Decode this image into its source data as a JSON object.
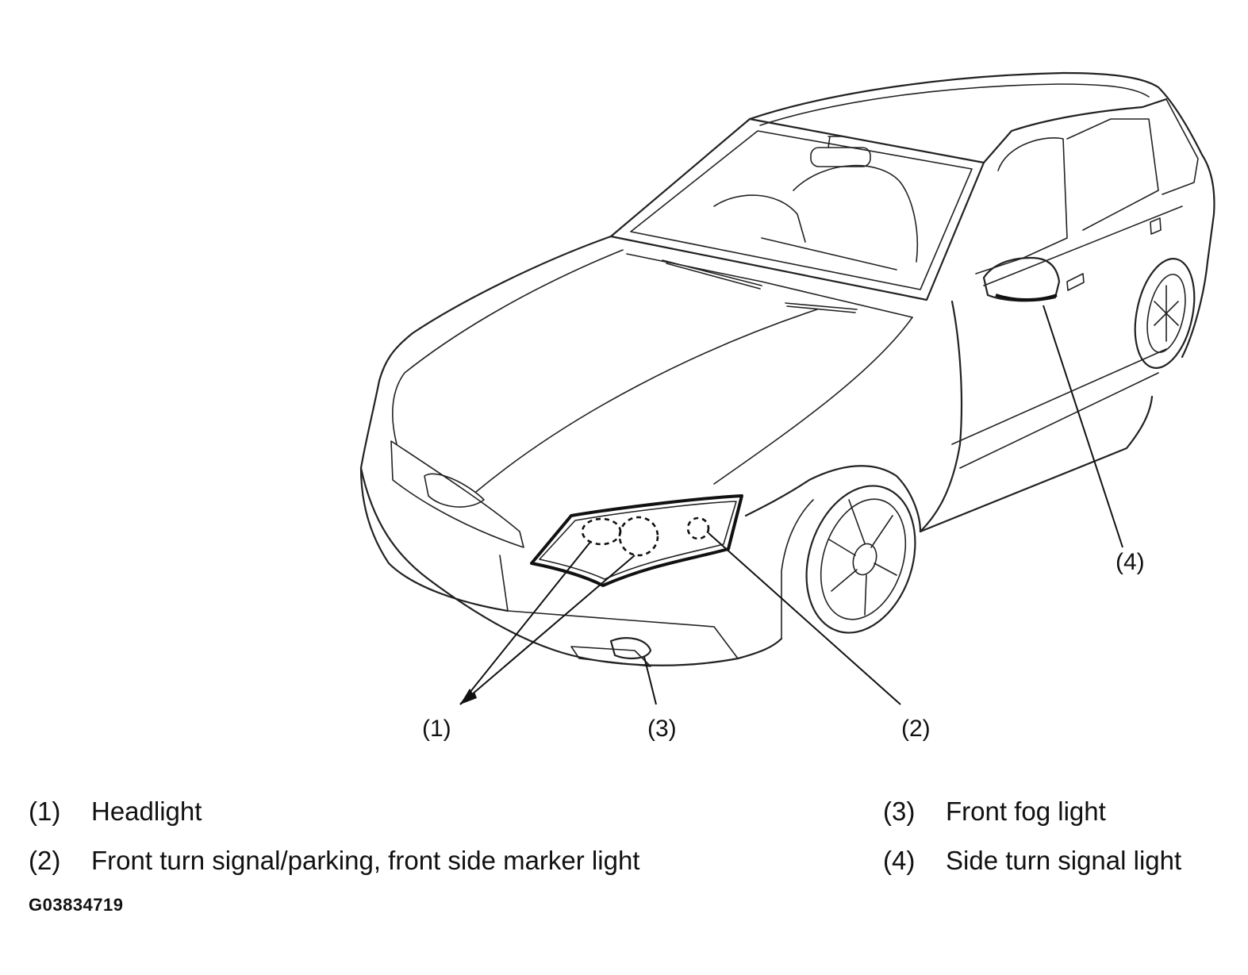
{
  "callouts": [
    {
      "id": "1",
      "label": "(1)"
    },
    {
      "id": "2",
      "label": "(2)"
    },
    {
      "id": "3",
      "label": "(3)"
    },
    {
      "id": "4",
      "label": "(4)"
    }
  ],
  "legend": [
    {
      "num": "(1)",
      "text": "Headlight"
    },
    {
      "num": "(2)",
      "text": "Front turn signal/parking, front side marker light"
    },
    {
      "num": "(3)",
      "text": "Front fog light"
    },
    {
      "num": "(4)",
      "text": "Side turn signal light"
    }
  ],
  "figure_id": "G03834719"
}
